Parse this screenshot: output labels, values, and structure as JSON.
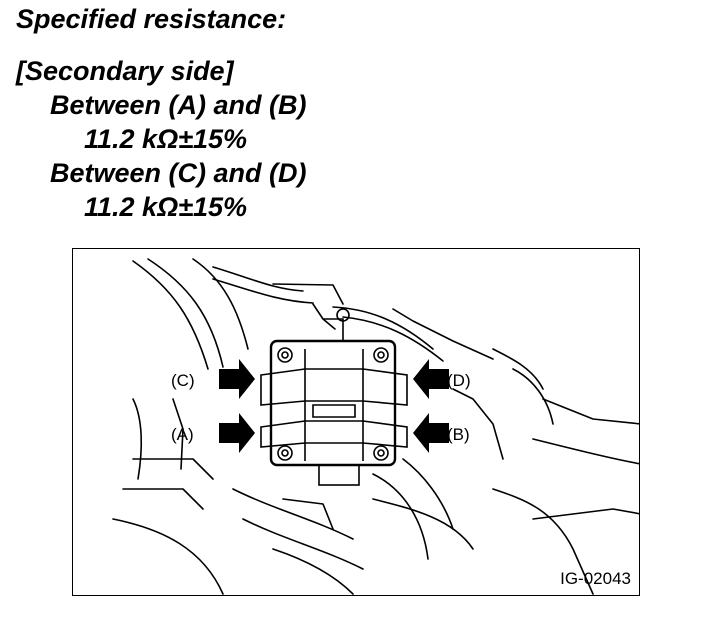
{
  "spec": {
    "heading": "Specified resistance:",
    "section": "[Secondary side]",
    "pair1_label": "Between (A) and (B)",
    "pair1_value": "11.2 kΩ±15%",
    "pair2_label": "Between (C) and (D)",
    "pair2_value": "11.2 kΩ±15%"
  },
  "figure": {
    "labels": {
      "c": "(C)",
      "a": "(A)",
      "d": "(D)",
      "b": "(B)"
    },
    "code": "IG-02043"
  }
}
